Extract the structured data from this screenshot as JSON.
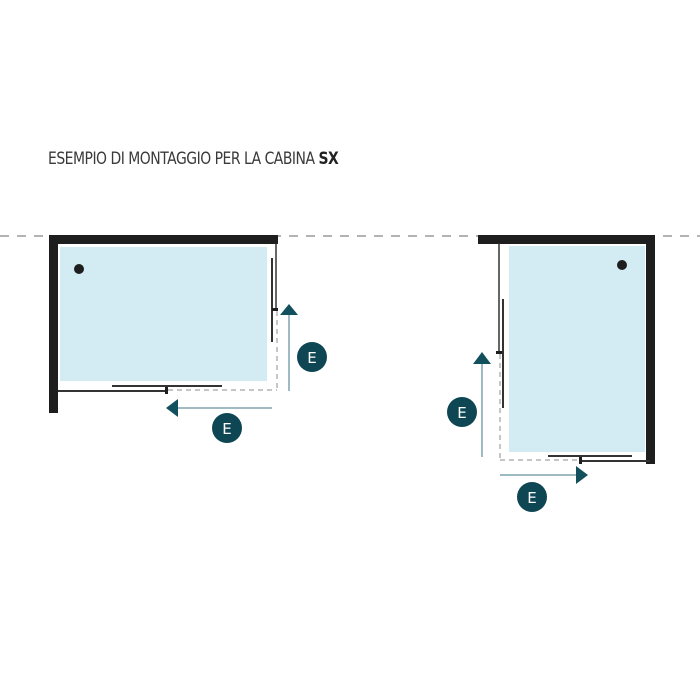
{
  "title": {
    "text": "ESEMPIO DI MONTAGGIO PER LA CABINA",
    "emphasis": "SX"
  },
  "colors": {
    "wall": "#1e1e1e",
    "shower_tray": "#d3ebf2",
    "arrow": "#12505e",
    "arrow_shaft": "#7ea3ad",
    "dashed_line": "#9a9a9a",
    "badge_fill": "#0f4654"
  },
  "diagrams": [
    {
      "id": "left-cabin",
      "orientation": "horizontal",
      "labels": [
        {
          "text": "E",
          "direction": "up"
        },
        {
          "text": "E",
          "direction": "left"
        }
      ]
    },
    {
      "id": "right-cabin",
      "orientation": "vertical",
      "labels": [
        {
          "text": "E",
          "direction": "up"
        },
        {
          "text": "E",
          "direction": "right"
        }
      ]
    }
  ]
}
